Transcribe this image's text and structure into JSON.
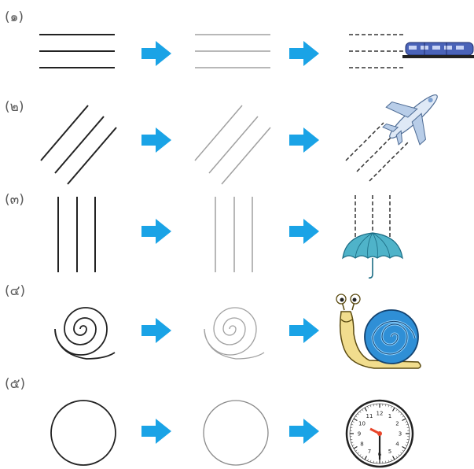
{
  "rows": [
    {
      "number": "(๑)",
      "theme": "horizontal-lines-train"
    },
    {
      "number": "(๒)",
      "theme": "diagonal-lines-airplane"
    },
    {
      "number": "(๓)",
      "theme": "vertical-lines-umbrella"
    },
    {
      "number": "(๔)",
      "theme": "spiral-snail"
    },
    {
      "number": "(๕)",
      "theme": "circle-clock"
    }
  ],
  "clock": {
    "numbers": [
      "12",
      "1",
      "2",
      "3",
      "4",
      "5",
      "6",
      "7",
      "8",
      "9",
      "10",
      "11"
    ]
  },
  "colors": {
    "arrow": "#1aa3e6",
    "line_dark": "#222222",
    "line_light": "#9a9a9a",
    "train_body": "#4a63b8",
    "umbrella": "#4fb3c9",
    "snail_shell": "#2f8fd6",
    "snail_body": "#f1dd8e",
    "clock_hand": "#e8452a"
  }
}
